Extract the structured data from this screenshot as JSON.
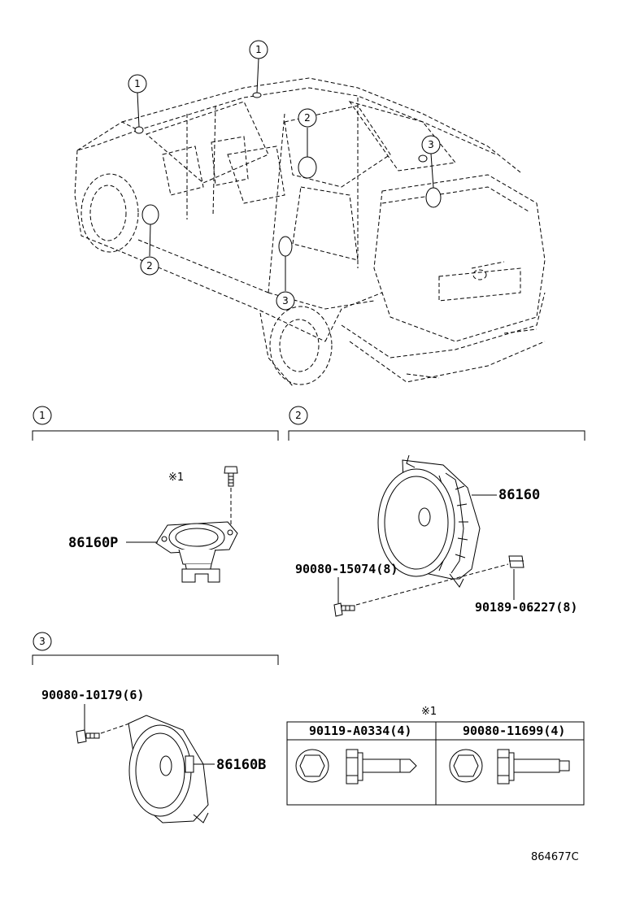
{
  "callouts": {
    "c1": "1",
    "c2": "2",
    "c3": "3"
  },
  "sections": {
    "s1": {
      "number": "1",
      "part": "86160P",
      "note_mark": "※1"
    },
    "s2": {
      "number": "2",
      "part": "86160",
      "screw": "90080-15074(8)",
      "clip": "90189-06227(8)"
    },
    "s3": {
      "number": "3",
      "part": "86160B",
      "screw": "90080-10179(6)"
    }
  },
  "legend": {
    "mark": "※1",
    "col1": "90119-A0334(4)",
    "col2": "90080-11699(4)"
  },
  "diagram_code": "864677C"
}
